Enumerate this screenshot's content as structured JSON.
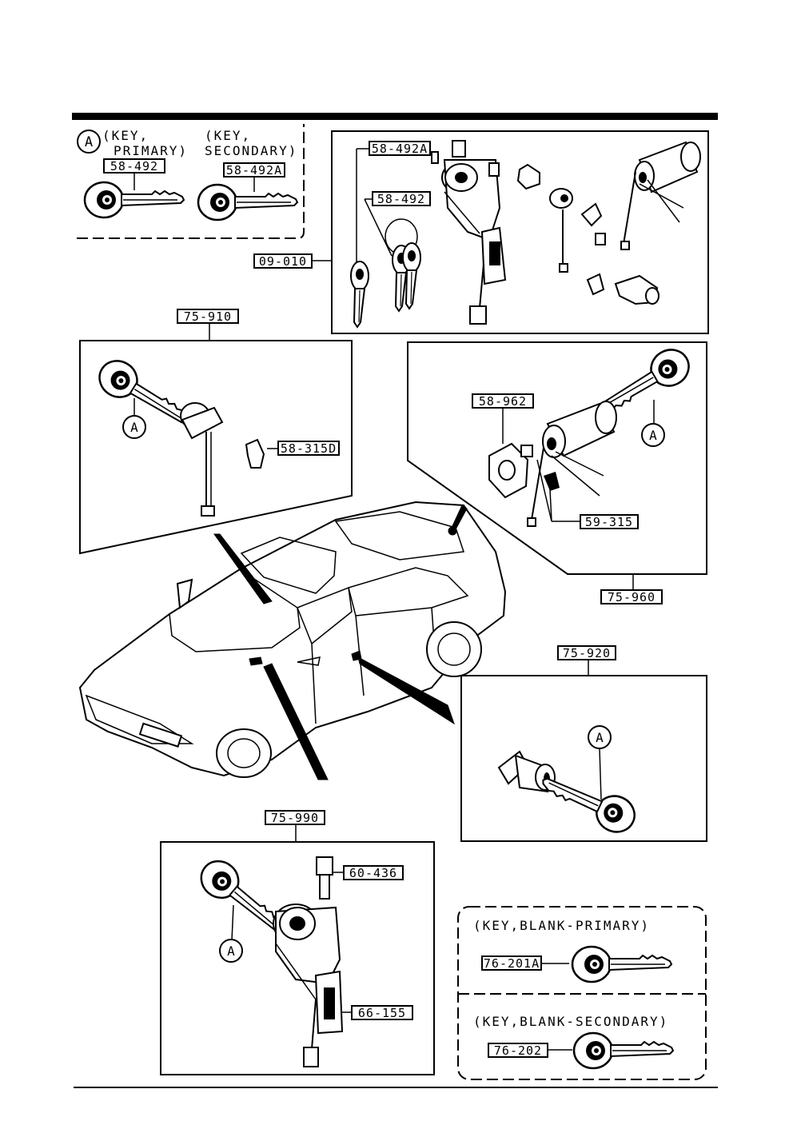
{
  "legend": {
    "symbol": "A",
    "primary_caption": [
      "(KEY,",
      "PRIMARY)"
    ],
    "secondary_caption": [
      "(KEY,",
      "SECONDARY)"
    ],
    "primary_part": "58-492",
    "secondary_part": "58-492A"
  },
  "parts": {
    "ignition_set": "09-010",
    "key_a": "58-492A",
    "key_b": "58-492",
    "steering_lock": "75-910",
    "steering_lock_screw": "58-315D",
    "trunk_cylinder": "75-960",
    "trunk_gasket": "58-962",
    "trunk_clip": "59-315",
    "door_cylinder": "75-920",
    "ignition_switch": "75-990",
    "bolt": "60-436",
    "switch_part": "66-155",
    "blank_primary": "76-201A",
    "blank_secondary": "76-202"
  },
  "circles": {
    "a1": "A",
    "a2": "A",
    "a3": "A",
    "a4": "A",
    "a5": "A"
  },
  "blanks": {
    "primary_caption": "(KEY,BLANK-PRIMARY)",
    "secondary_caption": "(KEY,BLANK-SECONDARY)"
  }
}
